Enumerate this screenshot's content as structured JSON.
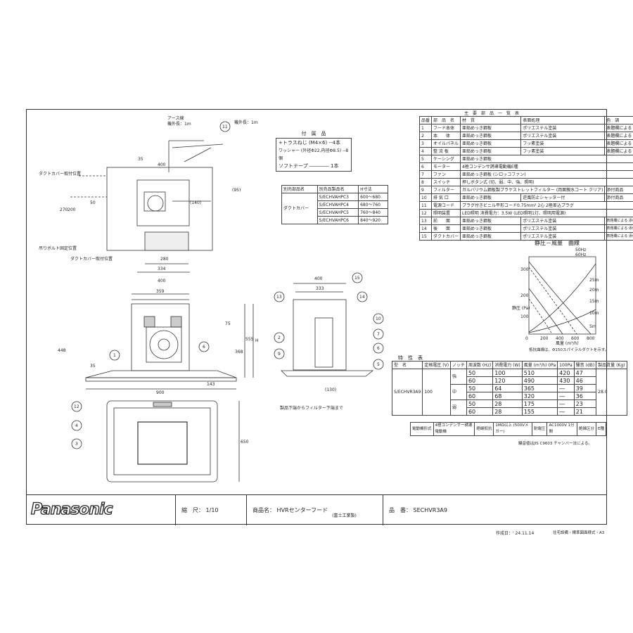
{
  "brand": "Panasonic",
  "footer": {
    "scale_label": "縮　尺：",
    "scale": "1/10",
    "product_label": "商品名：",
    "product": "HVRセンターフード",
    "maker": "(富士工業製)",
    "model_label": "品　番：",
    "model": "SECHVR3A9",
    "created": "作成日：' 24.11.14",
    "note": "住宅設備・標準図面様式・A3"
  },
  "accessories": {
    "title": "付　属　品",
    "items": [
      "+トラスねじ (M4×6) --4本",
      "ワッシャー (外径Φ22,内径Φ8.5) --8個",
      "ソフトテープ ―――― 1本"
    ]
  },
  "earth": {
    "label": "アース線",
    "len1": "機外長：1m",
    "len2": "機外長：1m"
  },
  "duct_table": {
    "headers": [
      "別売部品名",
      "別売品製品名",
      "H寸法"
    ],
    "name": "ダクトカバー",
    "rows": [
      [
        "S/ECHVAHPC3",
        "600～680"
      ],
      [
        "S/ECHVAHPC4",
        "680～760"
      ],
      [
        "S/ECHVAHPC5",
        "760～840"
      ],
      [
        "S/ECHVAHPC6",
        "840～920"
      ]
    ]
  },
  "parts": {
    "title": "主　要　部　品　一　覧　表",
    "headers": [
      "品番",
      "部　品　名",
      "材　質",
      "表面処理",
      "色　調"
    ],
    "rows": [
      [
        "1",
        "フード本体",
        "亜鉛めっき鋼板",
        "ポリエステル塗装",
        "表題欄による"
      ],
      [
        "2",
        "本　　体",
        "亜鉛めっき鋼板",
        "ポリエステル塗装",
        "表題欄による"
      ],
      [
        "3",
        "オイルパネル",
        "亜鉛めっき鋼板",
        "フッ素塗装",
        "表題欄による"
      ],
      [
        "4",
        "整 流 板",
        "亜鉛めっき鋼板",
        "フッ素塗装",
        "表題欄による"
      ],
      [
        "5",
        "ケーシング",
        "亜鉛めっき鋼板",
        "",
        ""
      ],
      [
        "6",
        "モーター",
        "4極コンデンサ誘導電動機E種",
        "",
        ""
      ],
      [
        "7",
        "ファン",
        "亜鉛めっき鋼板 (シロッコファン)",
        "",
        ""
      ],
      [
        "8",
        "スイッチ",
        "押しボタン式 (切、弱、中、強、照明)",
        "",
        ""
      ],
      [
        "9",
        "フィルター",
        "ガルバリウム鋼板製ブラケストレットフィルター (両面親水コート クリア)",
        "",
        "添付商品"
      ],
      [
        "10",
        "排 気 口",
        "亜鉛めっき鋼板",
        "逆風防止シャッター付",
        "添付商品"
      ],
      [
        "11",
        "電源コード",
        "プラグ付きビニル平形コード0.75mm² 2心 2極差込プラグ",
        "",
        ""
      ],
      [
        "12",
        "照明装置",
        "LED照明 消費電力：3.5W (LED照明1灯、照明用電源)",
        "",
        ""
      ],
      [
        "13",
        "前　　面",
        "亜鉛めっき鋼板",
        "ポリエステル塗装",
        "表題欄による 添付商品"
      ],
      [
        "14",
        "後　　面",
        "亜鉛めっき鋼板",
        "ポリエステル塗装",
        "表題欄による 添付商品"
      ],
      [
        "15",
        "ダクトカバー",
        "亜鉛めっき鋼板",
        "ポリエステル塗装",
        "表題欄による 添付商品"
      ]
    ]
  },
  "curve": {
    "title": "静圧－風量　曲線",
    "legend": [
      "50Hz",
      "60Hz"
    ],
    "ylabel": "静圧 (Pa)",
    "xlabel": "風量 (m³/h)",
    "note": "抵抗曲線は、Φ150スパイラルダクトを示す。",
    "yticks": [
      "0",
      "100",
      "200",
      "300"
    ],
    "xticks": [
      "0",
      "200",
      "400",
      "600",
      "800"
    ],
    "rlabels": [
      "25m",
      "20m",
      "15m",
      "10m",
      "5m"
    ]
  },
  "spec": {
    "title": "特　性　表",
    "headers": [
      "型　名",
      "定格電圧 (V)",
      "ノッチ",
      "周波数 (Hz)",
      "消費電力 (W)",
      "風量 (m³/h) 0Pa",
      "100Pa",
      "騒音 (dB)",
      "製品質量 (Kg)"
    ],
    "model": "S/ECHVR3A9",
    "voltage": "100",
    "mass": "28.0",
    "rows": [
      [
        "強",
        "50",
        "100",
        "510",
        "420",
        "47"
      ],
      [
        "",
        "60",
        "120",
        "490",
        "430",
        "46"
      ],
      [
        "中",
        "50",
        "64",
        "365",
        "―",
        "39"
      ],
      [
        "",
        "60",
        "68",
        "320",
        "―",
        "36"
      ],
      [
        "弱",
        "50",
        "28",
        "175",
        "―",
        "23"
      ],
      [
        "",
        "60",
        "28",
        "155",
        "―",
        "21"
      ]
    ],
    "extra": [
      "電動機形式",
      "4極コンデンサー誘導電動機",
      "絶縁抵抗",
      "1MΩ以上 (500Vメガー)",
      "耐電圧",
      "AC1000V 1分間",
      "絶縁区分",
      "E種"
    ],
    "note": "騒音値はJIS C9603 チャンバー法による。"
  },
  "dims": {
    "d35": "35",
    "d400": "400",
    "d280": "280",
    "d334": "334",
    "d140": "(140)",
    "d95": "(95)",
    "d270": "270",
    "d200": "200",
    "d50": "50",
    "d359": "359",
    "d75": "75",
    "d368": "368",
    "d555": "555",
    "dH": "H",
    "d448": "448",
    "d35b": "35",
    "d900": "900",
    "d143": "143",
    "d650": "650",
    "d333": "333",
    "d130": "(130)",
    "d400s": "400"
  },
  "notes": {
    "duct_top": "ダクトカバー取付位置",
    "bolt": "吊りボルト固定位置",
    "duct_bottom": "ダクトカバー取付位置",
    "filter": "製品下端からフィルター下端まで"
  },
  "callouts": [
    "11",
    "1",
    "6",
    "12",
    "4",
    "3",
    "13",
    "15",
    "14",
    "2",
    "10",
    "7",
    "9",
    "6",
    "5"
  ]
}
